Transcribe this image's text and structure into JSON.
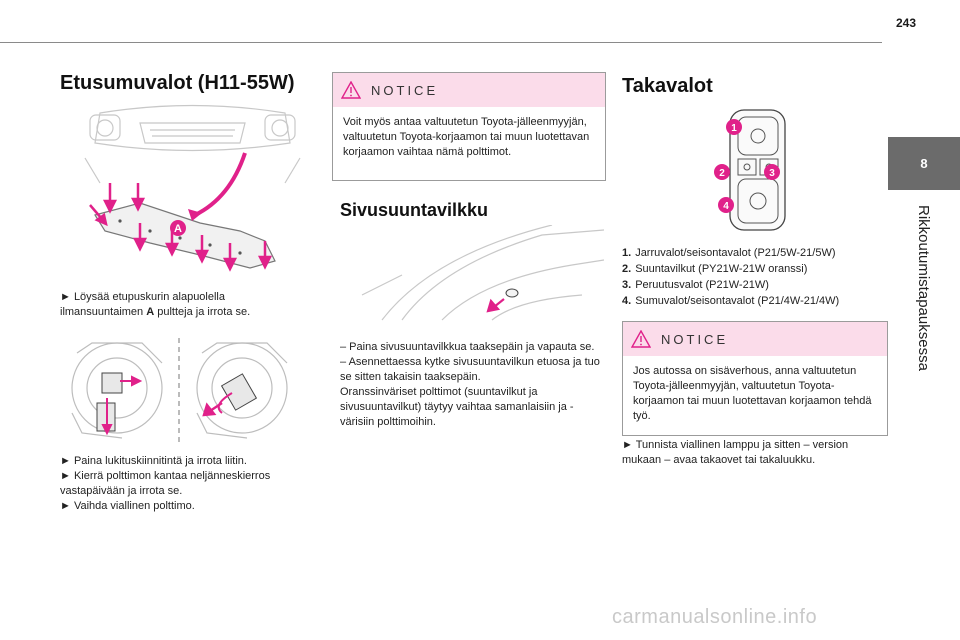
{
  "page": {
    "number": "243",
    "footer": "carmanualsonline.info"
  },
  "chapter": {
    "number": "8",
    "title": "Rikkoutumistapauksessa"
  },
  "left": {
    "heading": "Etusumuvalot (H11-55W)",
    "figure1_label": "A",
    "instruction1": "► Löysää etupuskurin alapuolella ilmansuuntaimen ",
    "instruction1_bold": "A",
    "instruction1_end": " pultteja ja irrota se.",
    "steps": [
      "► Paina lukituskiinnitintä ja irrota liitin.",
      "► Kierrä polttimon kantaa neljänneskierros vastapäivään ja irrota se.",
      "► Vaihda viallinen polttimo."
    ]
  },
  "middle": {
    "notice_label": "NOTICE",
    "notice_text": "Voit myös antaa valtuutetun Toyota-jälleenmyyjän, valtuutetun Toyota-korjaamon tai muun luotettavan korjaamon vaihtaa nämä polttimot.",
    "heading": "Sivusuuntavilkku",
    "lines": [
      "– Paina sivusuuntavilkkua taaksepäin ja vapauta se.",
      "– Asennettaessa kytke sivusuuntavilkun etuosa ja tuo se sitten takaisin taaksepäin.",
      "Oranssinväriset polttimot (suuntavilkut ja sivusuuntavilkut) täytyy vaihtaa samanlaisiin ja -värisiin polttimoihin."
    ]
  },
  "right": {
    "heading": "Takavalot",
    "callouts": [
      "1",
      "2",
      "3",
      "4"
    ],
    "list": [
      {
        "num": "1.",
        "text": "Jarruvalot/seisontavalot (P21/5W-21/5W)"
      },
      {
        "num": "2.",
        "text": "Suuntavilkut (PY21W-21W oranssi)"
      },
      {
        "num": "3.",
        "text": "Peruutusvalot (P21W-21W)"
      },
      {
        "num": "4.",
        "text": "Sumuvalot/seisontavalot (P21/4W-21/4W)"
      }
    ],
    "notice_label": "NOTICE",
    "notice_text": "Jos autossa on sisäverhous, anna valtuutetun Toyota-jälleenmyyjän, valtuutetun Toyota-korjaamon tai muun luotettavan korjaamon tehdä työ.",
    "instruction": "► Tunnista viallinen lamppu ja sitten – version mukaan – avaa takaovet tai takaluukku."
  },
  "colors": {
    "accent_magenta": "#e0218a",
    "notice_bg": "#fbdcea",
    "tab_gray": "#6b6b6b"
  },
  "icons": {
    "warning": "warning-triangle-icon"
  }
}
